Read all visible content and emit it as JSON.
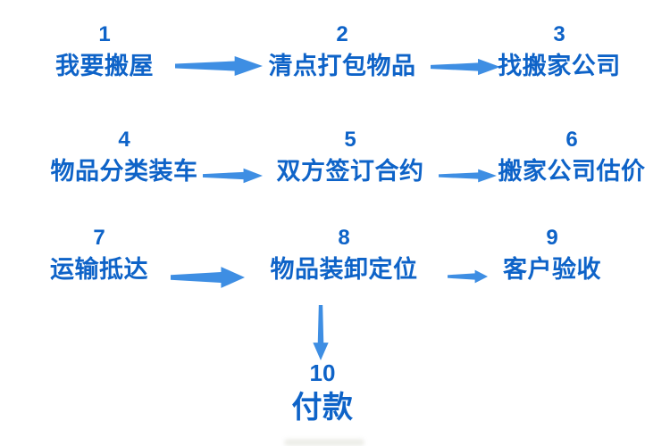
{
  "colors": {
    "background": "#ffffff",
    "step_text": "#0e63c8",
    "arrow": "#3e8ee3"
  },
  "flow": {
    "steps": [
      {
        "number": "1",
        "label": "我要搬屋"
      },
      {
        "number": "2",
        "label": "清点打包物品"
      },
      {
        "number": "3",
        "label": "找搬家公司"
      },
      {
        "number": "4",
        "label": "物品分类装车"
      },
      {
        "number": "5",
        "label": "双方签订合约"
      },
      {
        "number": "6",
        "label": "搬家公司估价"
      },
      {
        "number": "7",
        "label": "运输抵达"
      },
      {
        "number": "8",
        "label": "物品装卸定位"
      },
      {
        "number": "9",
        "label": "客户验收"
      },
      {
        "number": "10",
        "label": "付款"
      }
    ],
    "connections": [
      {
        "from": "1",
        "to": "2",
        "direction": "right"
      },
      {
        "from": "2",
        "to": "3",
        "direction": "right"
      },
      {
        "from": "4",
        "to": "5",
        "direction": "right"
      },
      {
        "from": "5",
        "to": "6",
        "direction": "right"
      },
      {
        "from": "7",
        "to": "8",
        "direction": "right"
      },
      {
        "from": "8",
        "to": "9",
        "direction": "right"
      },
      {
        "from": "8",
        "to": "10",
        "direction": "down"
      }
    ]
  }
}
